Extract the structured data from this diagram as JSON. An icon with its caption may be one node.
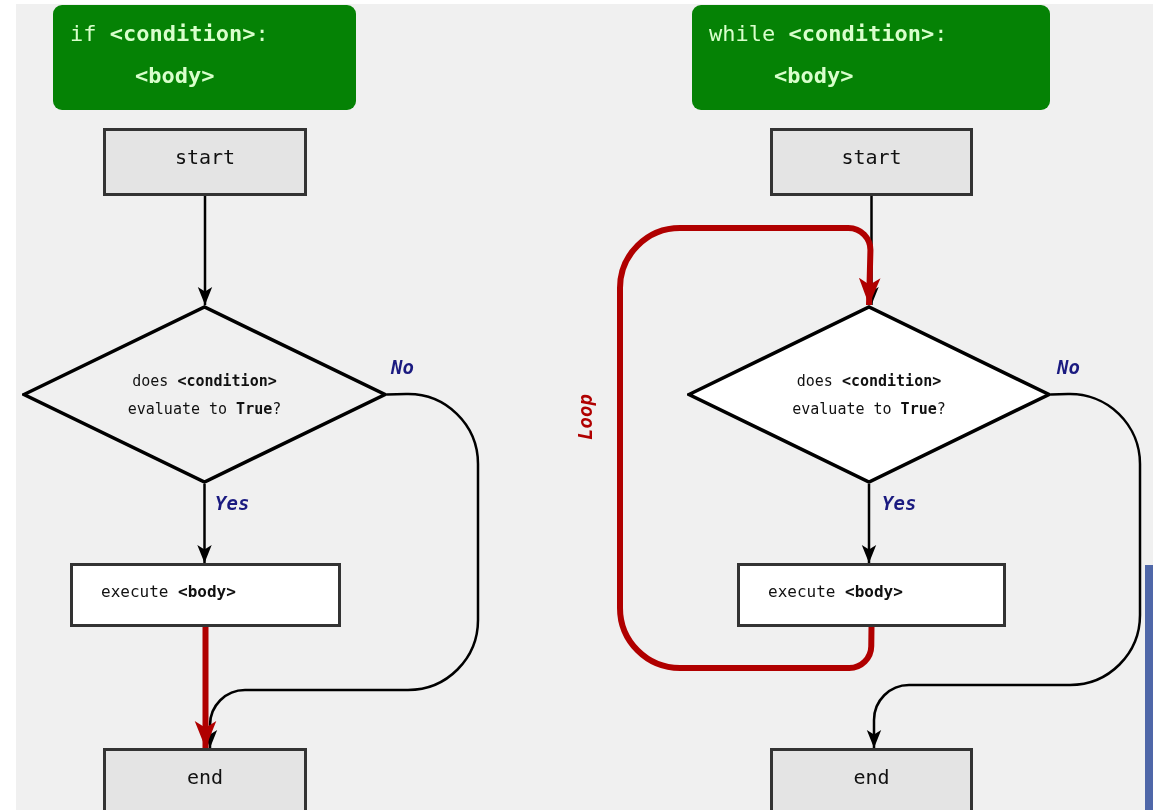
{
  "diagram": {
    "nodes": [
      {
        "text": [
          "if **<condition>**: **<body>**"
        ]
      },
      {
        "text": [
          "start"
        ]
      },
      {
        "text": [
          "does **<condition>** evaluate to **True**?"
        ]
      },
      {
        "text": [
          "execute **<body>**"
        ]
      },
      {
        "text": [
          "end"
        ]
      },
      {
        "text": [
          "while **<condition>**: **<body>**"
        ]
      },
      {
        "text": [
          "start"
        ]
      },
      {
        "text": [
          "does **<condition>** evaluate to **True**?"
        ]
      },
      {
        "text": [
          "execute **<body>**"
        ]
      },
      {
        "text": [
          "end"
        ]
      }
    ],
    "edges": [
      {
        "from": 1,
        "to": 2,
        "arrow": "to"
      },
      {
        "from": 2,
        "to": 3,
        "arrow": "to",
        "label": "Yes"
      },
      {
        "from": 2,
        "to": 4,
        "arrow": "to",
        "label": "No"
      },
      {
        "from": 3,
        "to": 4,
        "arrow": "to",
        "style": "thick",
        "color": "#b00000"
      },
      {
        "from": 6,
        "to": 7,
        "arrow": "to"
      },
      {
        "from": 7,
        "to": 8,
        "arrow": "to",
        "label": "Yes"
      },
      {
        "from": 7,
        "to": 9,
        "arrow": "to",
        "label": "No"
      },
      {
        "from": 8,
        "to": 7,
        "arrow": "to",
        "label": "Loop",
        "style": "thick",
        "color": "#b00000"
      }
    ]
  }
}
